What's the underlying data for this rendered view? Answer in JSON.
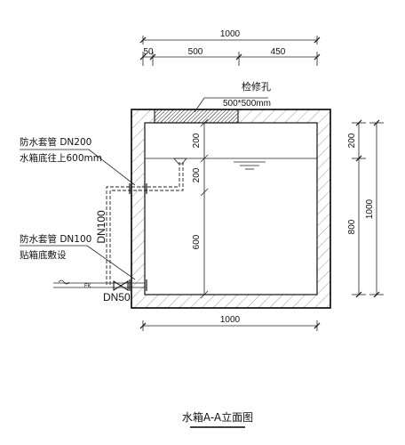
{
  "dimensions": {
    "top_total": "1000",
    "top_seg1": "50",
    "top_seg2": "500",
    "top_seg3": "450",
    "bottom_total": "1000",
    "right_outer_top": "200",
    "right_outer_bottom": "800",
    "right_total": "1000",
    "inner_1": "200",
    "inner_2": "200",
    "inner_3": "600"
  },
  "labels": {
    "manhole": "检修孔",
    "manhole_size": "500*500mm",
    "sleeve_upper_1": "防水套管 DN200",
    "sleeve_upper_2": "水箱底往上600mm",
    "sleeve_lower_1": "防水套管 DN100",
    "sleeve_lower_2": "贴箱底敷设",
    "pipe_dn100": "DN100",
    "pipe_dn50": "DN50",
    "pipe_code": "FK"
  },
  "title": "水箱A-A立面图"
}
